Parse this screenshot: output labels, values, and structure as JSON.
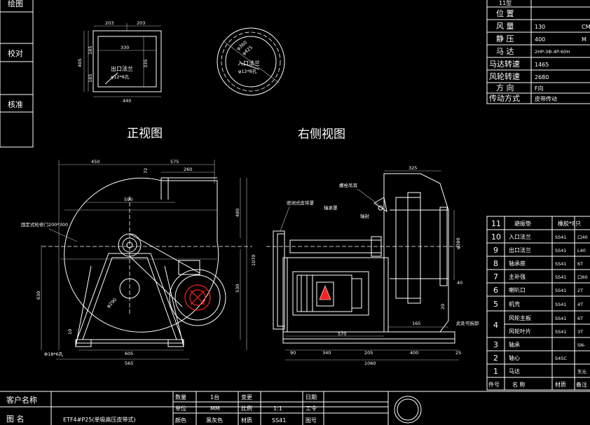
{
  "left_block": {
    "rows": [
      "绘图",
      "校对",
      "核准"
    ]
  },
  "views": {
    "front_title": "正视图",
    "side_title": "右侧视图"
  },
  "outlet_flange": {
    "dims": [
      "203",
      "203",
      "330",
      "440",
      "185",
      "185",
      "405",
      "335"
    ],
    "label": "出口法兰",
    "holes": "φ12*8孔"
  },
  "inlet_flange": {
    "dims": [
      "φ360",
      "φ425"
    ],
    "label": "入口法兰",
    "holes": "φ12*8孔"
  },
  "front_view": {
    "dims": [
      "450",
      "575",
      "260",
      "590",
      "72",
      "480",
      "1070",
      "630",
      "530",
      "605",
      "565",
      "10",
      "φ290"
    ],
    "labels": [
      "固定式检修门200*300",
      "Φ18*6孔"
    ]
  },
  "side_view": {
    "dims": [
      "325",
      "φ380",
      "40",
      "20",
      "165",
      "570",
      "90",
      "340",
      "205",
      "400",
      "25",
      "1060"
    ],
    "labels": [
      "密闭式皮带罩",
      "轴承罩",
      "轴封",
      "螺栓吊耳",
      "此处可拆卸"
    ]
  },
  "spec_table": {
    "header": "11型",
    "rows": [
      {
        "label": "位  置",
        "value": ""
      },
      {
        "label": "风  量",
        "value": "130",
        "unit": "CM"
      },
      {
        "label": "静  压",
        "value": "400",
        "unit": "M"
      },
      {
        "label": "马  达",
        "value": "2HP-3Φ-4P-60H"
      },
      {
        "label": "马达转速",
        "value": "1465"
      },
      {
        "label": "风轮转速",
        "value": "2680"
      },
      {
        "label": "方  向",
        "value": "F向"
      },
      {
        "label": "传动方式",
        "value": "皮带传动"
      }
    ]
  },
  "parts_table": {
    "rows": [
      {
        "no": "11",
        "name": "避振垫",
        "material": "",
        "spec": "橡胶*8只"
      },
      {
        "no": "10",
        "name": "入口法兰",
        "material": "SS41",
        "spec": "口40"
      },
      {
        "no": "9",
        "name": "出口法兰",
        "material": "SS41",
        "spec": "L40"
      },
      {
        "no": "8",
        "name": "轴承座",
        "material": "SS41",
        "spec": "6T"
      },
      {
        "no": "7",
        "name": "主补强",
        "material": "SS41",
        "spec": "口60"
      },
      {
        "no": "6",
        "name": "喇叭口",
        "material": "SS41",
        "spec": "2T"
      },
      {
        "no": "5",
        "name": "机壳",
        "material": "SS41",
        "spec": "4T"
      },
      {
        "no": "4",
        "name": "风轮主板",
        "material": "SS41",
        "spec": "6T"
      },
      {
        "no": "",
        "name": "风轮叶片",
        "material": "SS41",
        "spec": "3T"
      },
      {
        "no": "3",
        "name": "轴承",
        "material": "",
        "spec": "SN-"
      },
      {
        "no": "2",
        "name": "轴心",
        "material": "S45C",
        "spec": ""
      },
      {
        "no": "1",
        "name": "马达",
        "material": "",
        "spec": "东元"
      }
    ],
    "footer": {
      "no": "件号",
      "name": "名  称",
      "material": "材质",
      "spec": "备注"
    }
  },
  "title_block": {
    "customer_label": "客户名称",
    "drawing_label": "图  名",
    "drawing_name": "ETF4#P25(单吸高压皮带式)",
    "qty_label": "数量",
    "qty": "1台",
    "change_label": "变更",
    "date_label": "日期",
    "unit_label": "单位",
    "unit": "MM",
    "scale_label": "比例",
    "scale": "1:1",
    "order_label": "工令",
    "color_label": "颜色",
    "color": "黑灰色",
    "material_label": "材质",
    "material": "SS41",
    "drawno_label": "图号"
  }
}
